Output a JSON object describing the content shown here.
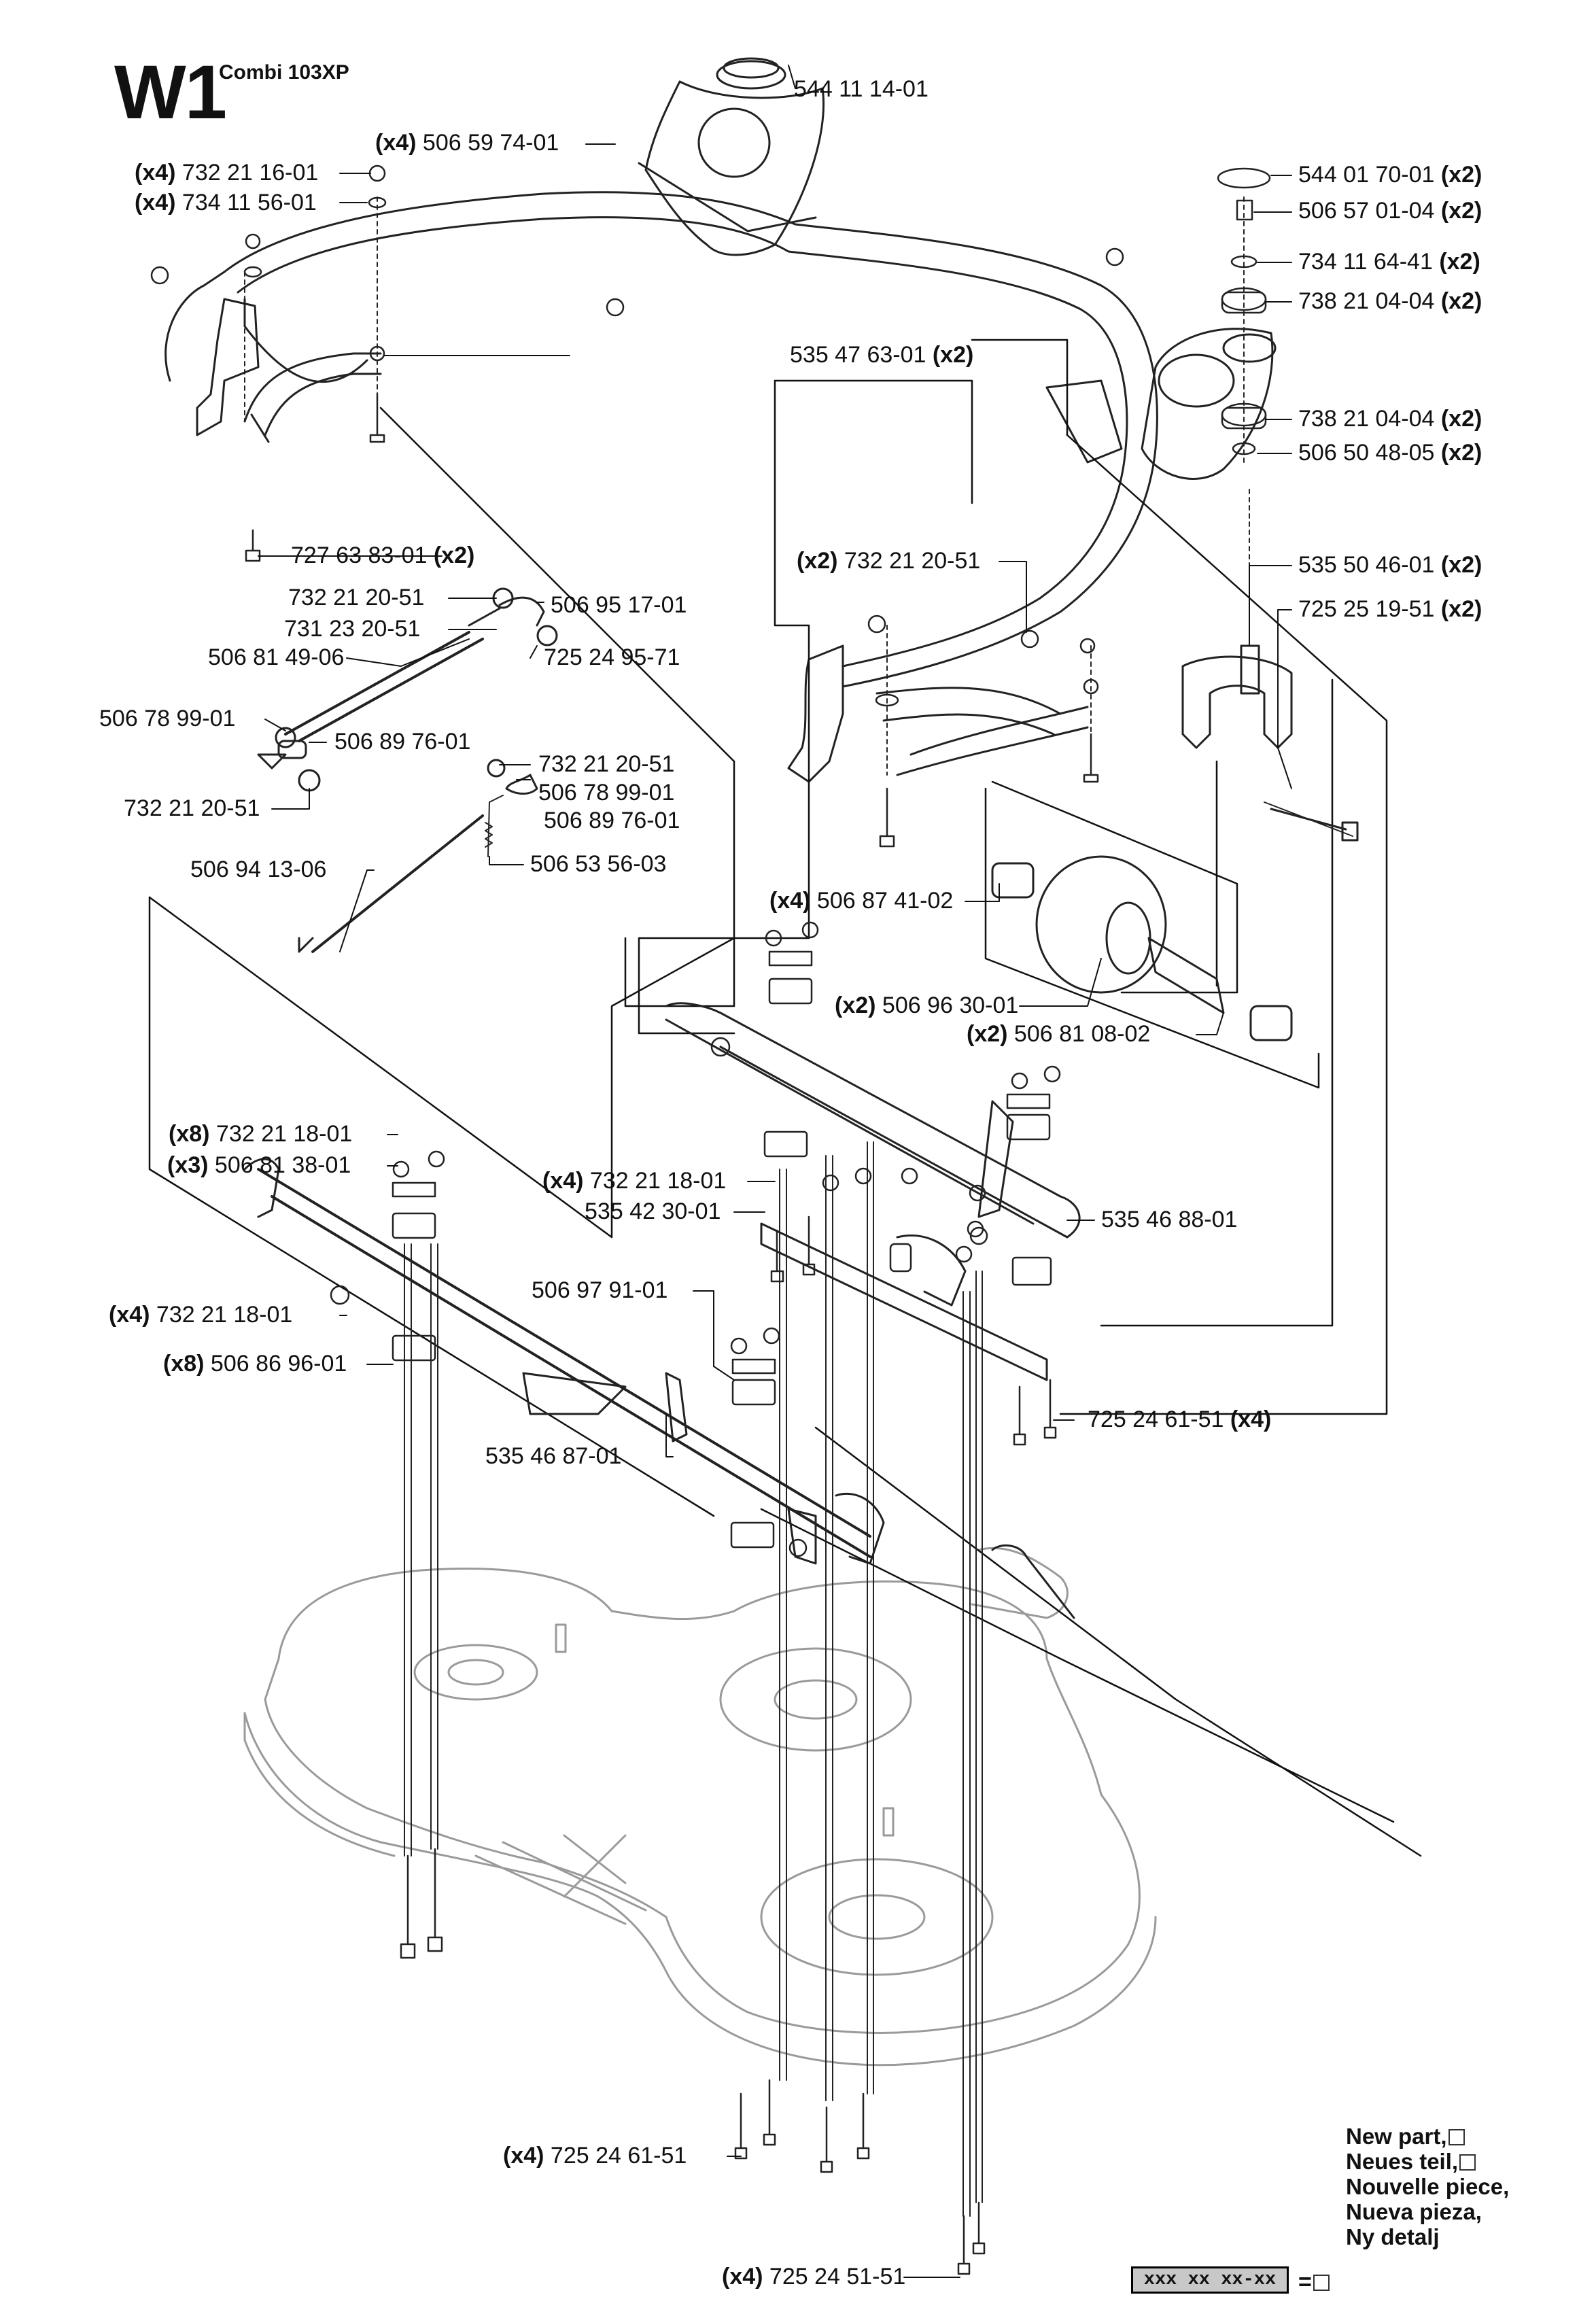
{
  "page": {
    "code": "W1",
    "model": "Combi 103XP"
  },
  "legend": {
    "lines": [
      "New part,",
      "Neues teil,",
      "Nouvelle piece,",
      "Nueva pieza,",
      "Ny detalj"
    ],
    "sample": "xxx xx xx-xx",
    "equals": "="
  },
  "parts": [
    {
      "qty": "",
      "num": "544 11 14-01",
      "suffix": ""
    },
    {
      "qty": "(x4)",
      "num": "506 59 74-01",
      "suffix": ""
    },
    {
      "qty": "(x4)",
      "num": "732 21 16-01",
      "suffix": ""
    },
    {
      "qty": "(x4)",
      "num": "734 11 56-01",
      "suffix": ""
    },
    {
      "qty": "",
      "num": "544 01 70-01",
      "suffix": "(x2)"
    },
    {
      "qty": "",
      "num": "506 57 01-04",
      "suffix": "(x2)"
    },
    {
      "qty": "",
      "num": "734 11 64-41",
      "suffix": "(x2)"
    },
    {
      "qty": "",
      "num": "738 21 04-04",
      "suffix": "(x2)"
    },
    {
      "qty": "",
      "num": "535 47 63-01",
      "suffix": "(x2)"
    },
    {
      "qty": "",
      "num": "738 21 04-04",
      "suffix": "(x2)"
    },
    {
      "qty": "",
      "num": "506 50 48-05",
      "suffix": "(x2)"
    },
    {
      "qty": "",
      "num": "727 63 83-01",
      "suffix": "(x2)"
    },
    {
      "qty": "(x2)",
      "num": "732 21 20-51",
      "suffix": ""
    },
    {
      "qty": "",
      "num": "535 50 46-01",
      "suffix": "(x2)"
    },
    {
      "qty": "",
      "num": "725 25 19-51",
      "suffix": "(x2)"
    },
    {
      "qty": "",
      "num": "732 21 20-51",
      "suffix": ""
    },
    {
      "qty": "",
      "num": "506 95 17-01",
      "suffix": ""
    },
    {
      "qty": "",
      "num": "731 23 20-51",
      "suffix": ""
    },
    {
      "qty": "",
      "num": "725 24 95-71",
      "suffix": ""
    },
    {
      "qty": "",
      "num": "506 81 49-06",
      "suffix": ""
    },
    {
      "qty": "",
      "num": "506 78 99-01",
      "suffix": ""
    },
    {
      "qty": "",
      "num": "506 89 76-01",
      "suffix": ""
    },
    {
      "qty": "",
      "num": "732 21 20-51",
      "suffix": ""
    },
    {
      "qty": "",
      "num": "506 78 99-01",
      "suffix": ""
    },
    {
      "qty": "",
      "num": "732 21 20-51",
      "suffix": ""
    },
    {
      "qty": "",
      "num": "506 89 76-01",
      "suffix": ""
    },
    {
      "qty": "",
      "num": "506 94 13-06",
      "suffix": ""
    },
    {
      "qty": "",
      "num": "506 53 56-03",
      "suffix": ""
    },
    {
      "qty": "(x4)",
      "num": "506 87 41-02",
      "suffix": ""
    },
    {
      "qty": "(x2)",
      "num": "506 96 30-01",
      "suffix": ""
    },
    {
      "qty": "(x2)",
      "num": "506 81 08-02",
      "suffix": ""
    },
    {
      "qty": "(x8)",
      "num": "732 21 18-01",
      "suffix": ""
    },
    {
      "qty": "(x3)",
      "num": "506 81 38-01",
      "suffix": ""
    },
    {
      "qty": "(x4)",
      "num": "732 21 18-01",
      "suffix": ""
    },
    {
      "qty": "",
      "num": "535 42 30-01",
      "suffix": ""
    },
    {
      "qty": "",
      "num": "535 46 88-01",
      "suffix": ""
    },
    {
      "qty": "(x4)",
      "num": "732 21 18-01",
      "suffix": ""
    },
    {
      "qty": "",
      "num": "506 97 91-01",
      "suffix": ""
    },
    {
      "qty": "(x8)",
      "num": "506 86 96-01",
      "suffix": ""
    },
    {
      "qty": "",
      "num": "725 24 61-51",
      "suffix": "(x4)"
    },
    {
      "qty": "",
      "num": "535 46 87-01",
      "suffix": ""
    },
    {
      "qty": "(x4)",
      "num": "725 24 61-51",
      "suffix": ""
    },
    {
      "qty": "(x4)",
      "num": "725 24 51-51",
      "suffix": ""
    }
  ]
}
